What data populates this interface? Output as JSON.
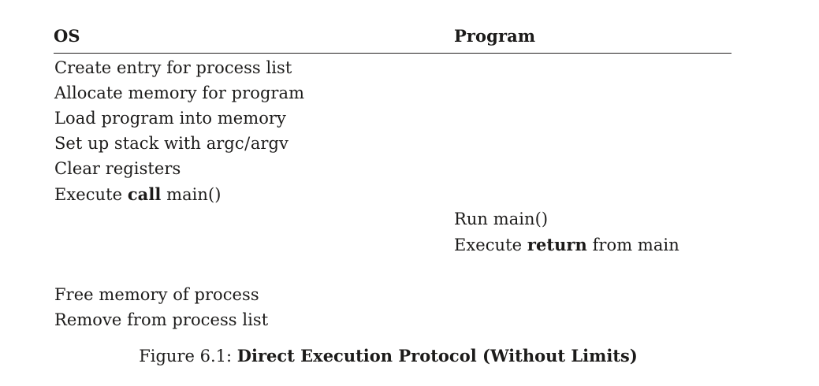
{
  "figure": {
    "columns": [
      {
        "key": "os",
        "label": "OS"
      },
      {
        "key": "program",
        "label": "Program"
      }
    ],
    "rule_color": "#231f20",
    "text_color": "#1c1b1a",
    "background_color": "#ffffff",
    "rows": [
      {
        "os": "Create entry for process list",
        "program": ""
      },
      {
        "os": "Allocate memory for program",
        "program": ""
      },
      {
        "os": "Load program into memory",
        "program": ""
      },
      {
        "os_pre": "Set up stack with argc",
        "os_slash": "/",
        "os_post": "argv",
        "program": ""
      },
      {
        "os": "Clear registers",
        "program": ""
      },
      {
        "os_pre": "Execute ",
        "os_bold": "call",
        "os_post": " main()",
        "program": ""
      },
      {
        "os": "",
        "program": "Run main()"
      },
      {
        "os": "",
        "program_pre": "Execute ",
        "program_bold": "return",
        "program_post": " from main"
      },
      {
        "os": "",
        "program": ""
      },
      {
        "os": "Free memory of process",
        "program": ""
      },
      {
        "os": "Remove from process list",
        "program": ""
      }
    ],
    "caption": {
      "label": "Figure 6.1:",
      "title": "Direct Execution Protocol (Without Limits)"
    }
  }
}
